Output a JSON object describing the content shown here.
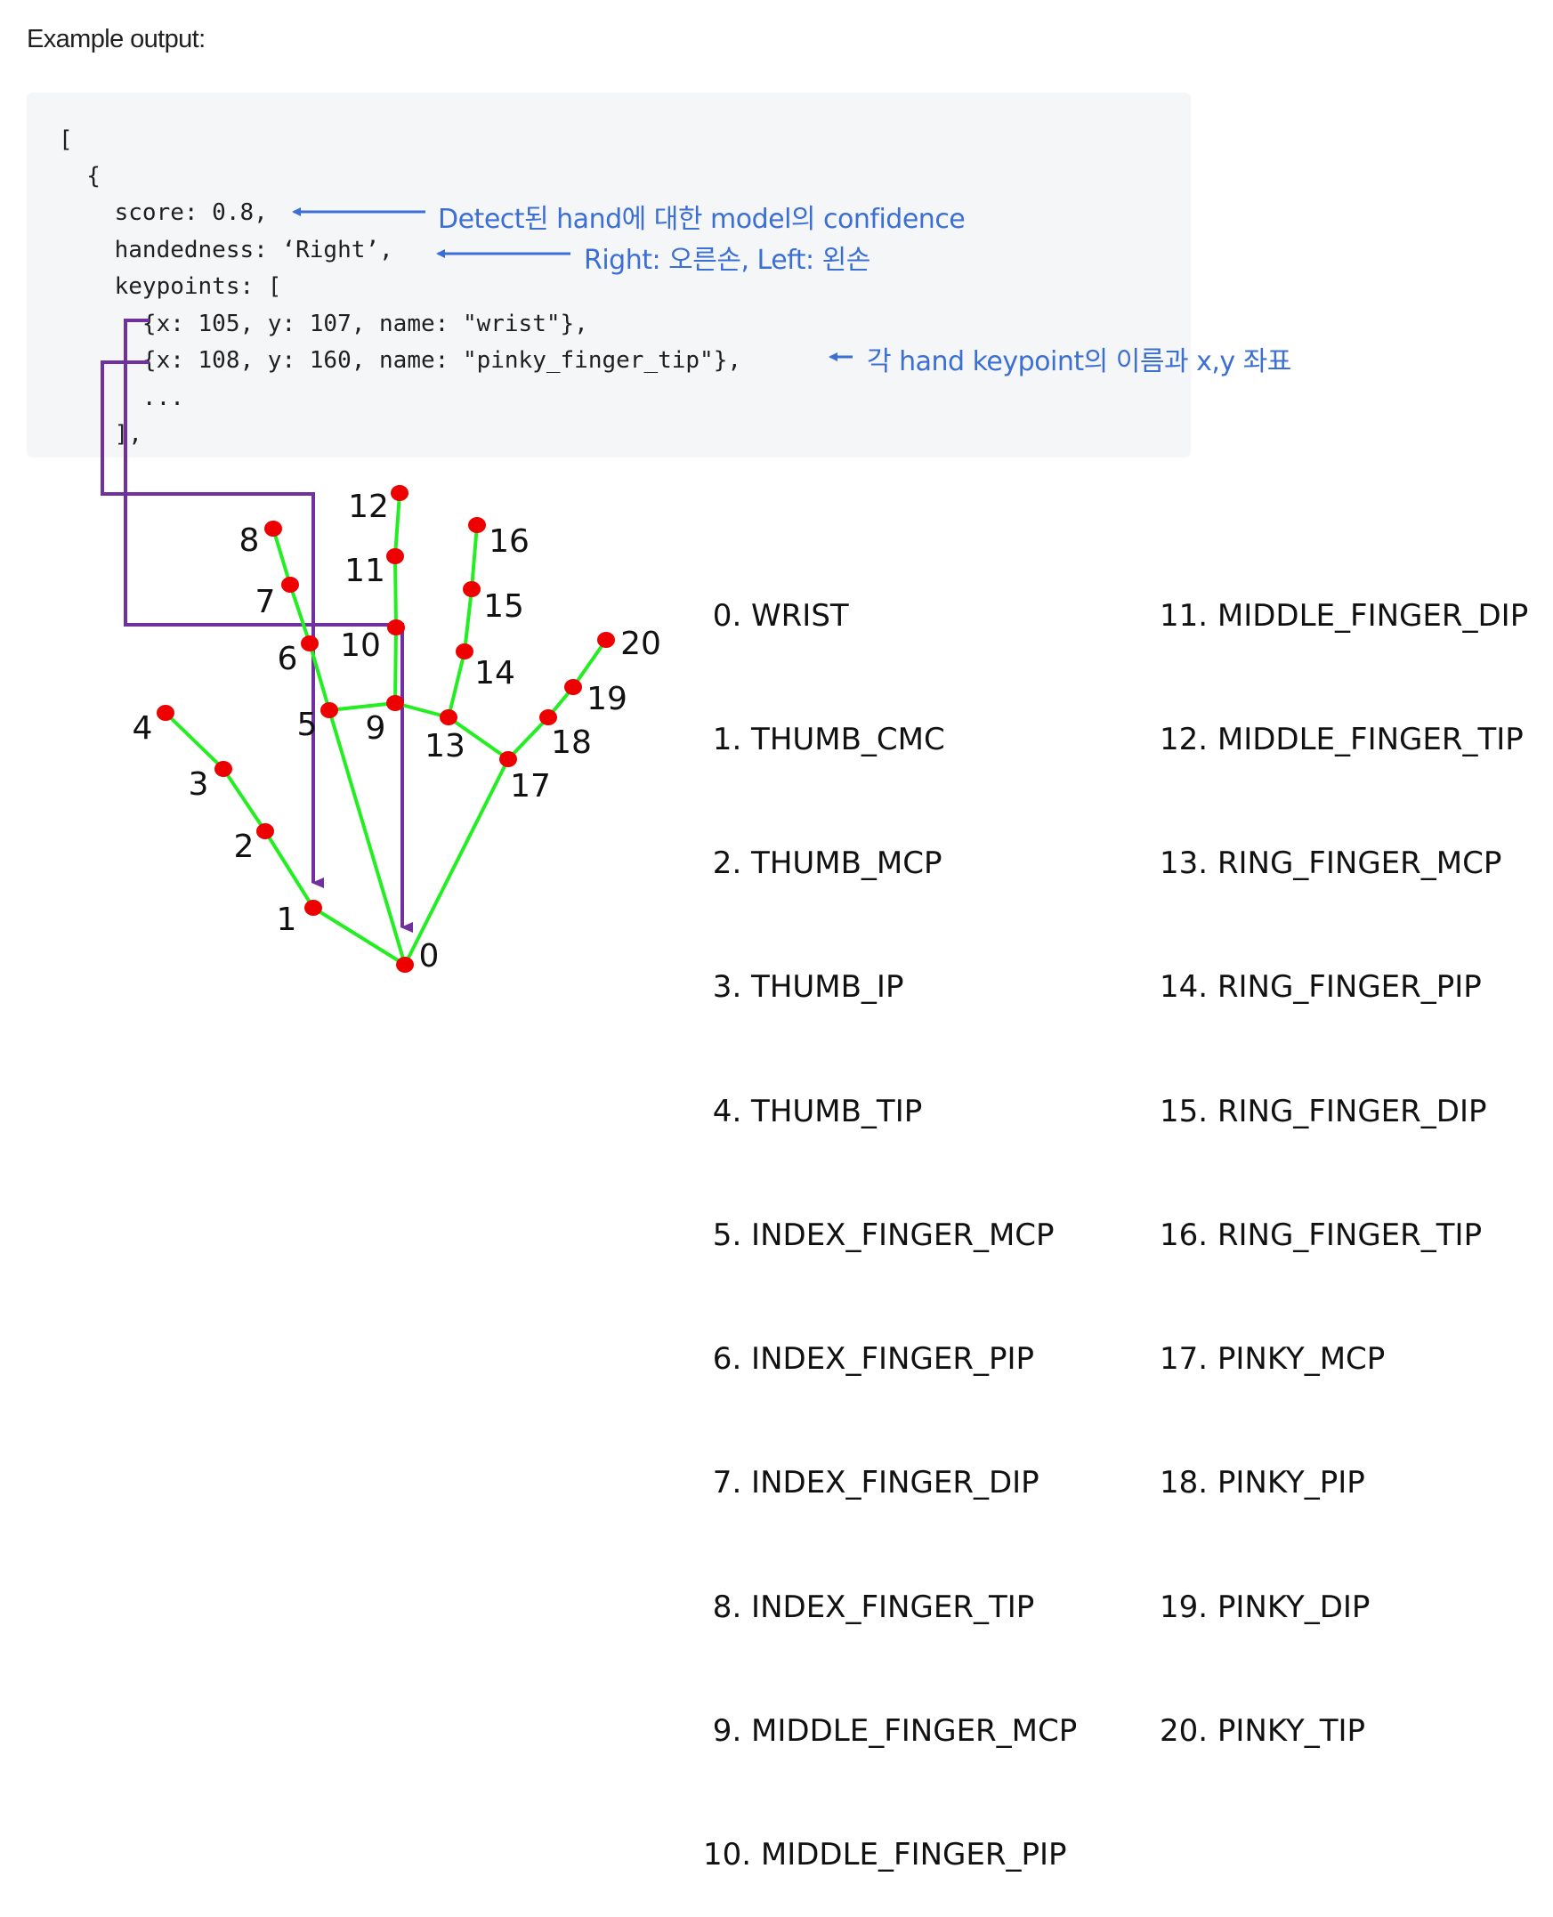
{
  "heading": "Example output:",
  "code": {
    "lines": [
      "[",
      "  {",
      "    score: 0.8,",
      "    handedness: ‘Right’,",
      "    keypoints: [",
      "      {x: 105, y: 107, name: \"wrist\"},",
      "      {x: 108, y: 160, name: \"pinky_finger_tip\"},",
      "      ...",
      "    ],"
    ]
  },
  "annotations": {
    "score": "Detect된 hand에 대한 model의 confidence",
    "handedness": "Right: 오른손, Left: 왼손",
    "keypoints": "각 hand keypoint의 이름과 x,y 좌표"
  },
  "colors": {
    "annotation_text": "#3b6fd4",
    "annotation_arrow": "#3b6fd4",
    "connector": "#7030a0",
    "bone": "#22ee22",
    "joint": "#ee0000",
    "code_bg": "#f5f6f8"
  },
  "hand_diagram": {
    "landmarks": [
      {
        "id": "0",
        "label": "0"
      },
      {
        "id": "1",
        "label": "1"
      },
      {
        "id": "2",
        "label": "2"
      },
      {
        "id": "3",
        "label": "3"
      },
      {
        "id": "4",
        "label": "4"
      },
      {
        "id": "5",
        "label": "5"
      },
      {
        "id": "6",
        "label": "6"
      },
      {
        "id": "7",
        "label": "7"
      },
      {
        "id": "8",
        "label": "8"
      },
      {
        "id": "9",
        "label": "9"
      },
      {
        "id": "10",
        "label": "10"
      },
      {
        "id": "11",
        "label": "11"
      },
      {
        "id": "12",
        "label": "12"
      },
      {
        "id": "13",
        "label": "13"
      },
      {
        "id": "14",
        "label": "14"
      },
      {
        "id": "15",
        "label": "15"
      },
      {
        "id": "16",
        "label": "16"
      },
      {
        "id": "17",
        "label": "17"
      },
      {
        "id": "18",
        "label": "18"
      },
      {
        "id": "19",
        "label": "19"
      },
      {
        "id": "20",
        "label": "20"
      }
    ],
    "connections": [
      [
        0,
        1
      ],
      [
        1,
        2
      ],
      [
        2,
        3
      ],
      [
        3,
        4
      ],
      [
        0,
        5
      ],
      [
        5,
        6
      ],
      [
        6,
        7
      ],
      [
        7,
        8
      ],
      [
        5,
        9
      ],
      [
        9,
        10
      ],
      [
        10,
        11
      ],
      [
        11,
        12
      ],
      [
        9,
        13
      ],
      [
        13,
        14
      ],
      [
        14,
        15
      ],
      [
        15,
        16
      ],
      [
        13,
        17
      ],
      [
        17,
        18
      ],
      [
        18,
        19
      ],
      [
        19,
        20
      ],
      [
        0,
        17
      ]
    ]
  },
  "keypoint_names": {
    "col1": [
      " 0. WRIST",
      " 1. THUMB_CMC",
      " 2. THUMB_MCP",
      " 3. THUMB_IP",
      " 4. THUMB_TIP",
      " 5. INDEX_FINGER_MCP",
      " 6. INDEX_FINGER_PIP",
      " 7. INDEX_FINGER_DIP",
      " 8. INDEX_FINGER_TIP",
      " 9. MIDDLE_FINGER_MCP",
      "10. MIDDLE_FINGER_PIP"
    ],
    "col2": [
      "11. MIDDLE_FINGER_DIP",
      "12. MIDDLE_FINGER_TIP",
      "13. RING_FINGER_MCP",
      "14. RING_FINGER_PIP",
      "15. RING_FINGER_DIP",
      "16. RING_FINGER_TIP",
      "17. PINKY_MCP",
      "18. PINKY_PIP",
      "19. PINKY_DIP",
      "20. PINKY_TIP"
    ]
  }
}
